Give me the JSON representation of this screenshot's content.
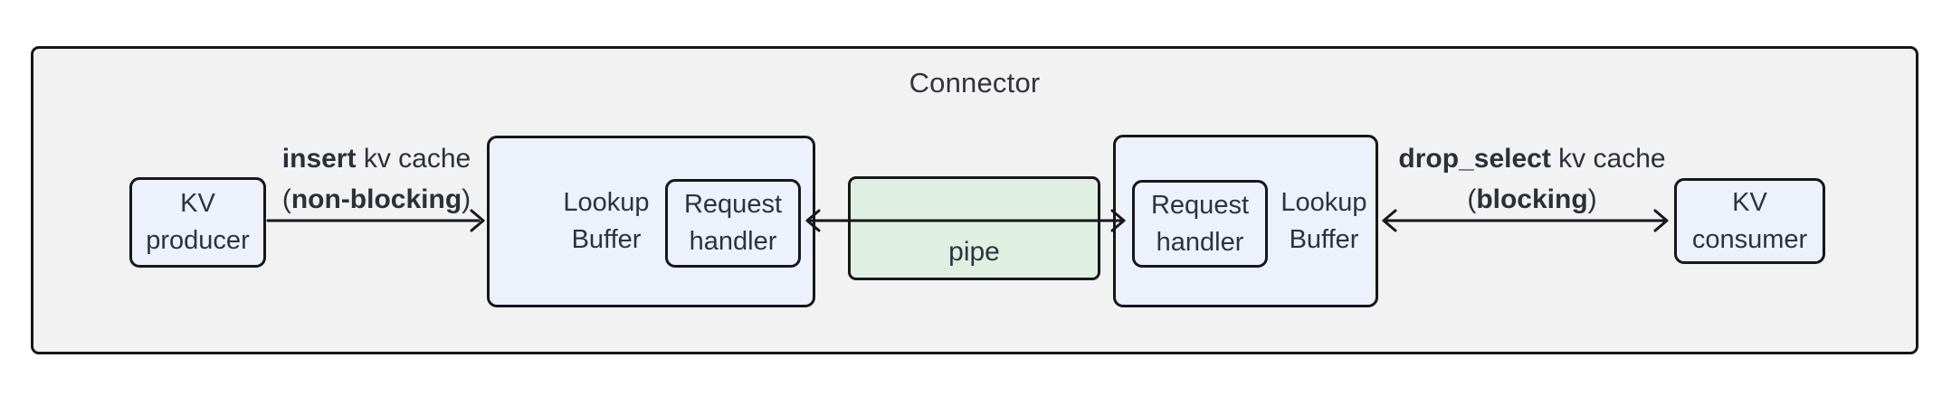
{
  "diagram": {
    "title": "Connector",
    "nodes": {
      "kv_producer": {
        "line1": "KV",
        "line2": "producer"
      },
      "lookup_buffer_left": {
        "line1": "Lookup",
        "line2": "Buffer"
      },
      "request_handler_left": {
        "line1": "Request",
        "line2": "handler"
      },
      "pipe": {
        "label": "pipe"
      },
      "request_handler_right": {
        "line1": "Request",
        "line2": "handler"
      },
      "lookup_buffer_right": {
        "line1": "Lookup",
        "line2": "Buffer"
      },
      "kv_consumer": {
        "line1": "KV",
        "line2": "consumer"
      }
    },
    "edges": {
      "insert": {
        "bold1": "insert",
        "rest1": " kv cache",
        "paren_open": "(",
        "bold2": "non-blocking",
        "paren_close": ")"
      },
      "drop_select": {
        "bold1": "drop_select",
        "rest1": " kv cache",
        "paren_open": "(",
        "bold2": "blocking",
        "paren_close": ")"
      }
    },
    "colors": {
      "canvas_bg": "#ffffff",
      "container_fill": "#f2f2f3",
      "node_fill": "#edf1fb",
      "pipe_fill": "#dff0e2",
      "stroke": "#17171a",
      "text": "#2d323c"
    }
  }
}
